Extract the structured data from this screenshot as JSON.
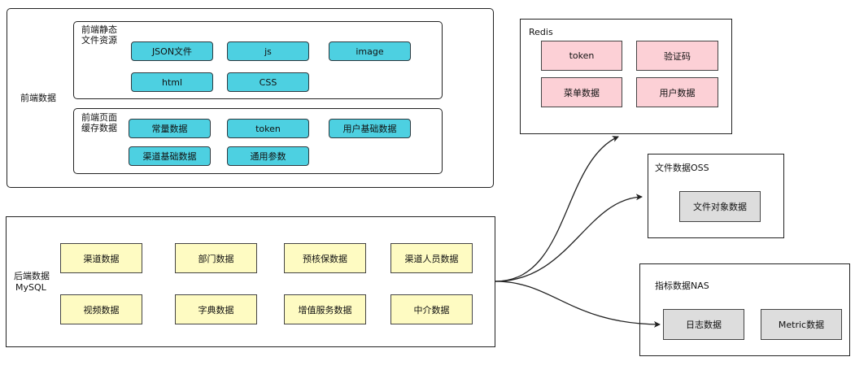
{
  "frontend": {
    "title": "前端数据",
    "static": {
      "title_line1": "前端静态",
      "title_line2": "文件资源",
      "items": [
        "JSON文件",
        "js",
        "image",
        "html",
        "CSS"
      ]
    },
    "cache": {
      "title_line1": "前端页面",
      "title_line2": "缓存数据",
      "items": [
        "常量数据",
        "token",
        "用户基础数据",
        "渠道基础数据",
        "通用参数"
      ]
    }
  },
  "backend": {
    "title_line1": "后端数据",
    "title_line2": "MySQL",
    "items": [
      "渠道数据",
      "部门数据",
      "预核保数据",
      "渠道人员数据",
      "视频数据",
      "字典数据",
      "增值服务数据",
      "中介数据"
    ]
  },
  "redis": {
    "title": "Redis",
    "items": [
      "token",
      "验证码",
      "菜单数据",
      "用户数据"
    ]
  },
  "oss": {
    "title": "文件数据OSS",
    "items": [
      "文件对象数据"
    ]
  },
  "nas": {
    "title": "指标数据NAS",
    "items": [
      "日志数据",
      "Metric数据"
    ]
  },
  "colors": {
    "frontend_box": "#4dd0e1",
    "backend_box": "#fefbc2",
    "redis_box": "#fcd0d6",
    "storage_box": "#dddddd",
    "line": "#222222"
  }
}
